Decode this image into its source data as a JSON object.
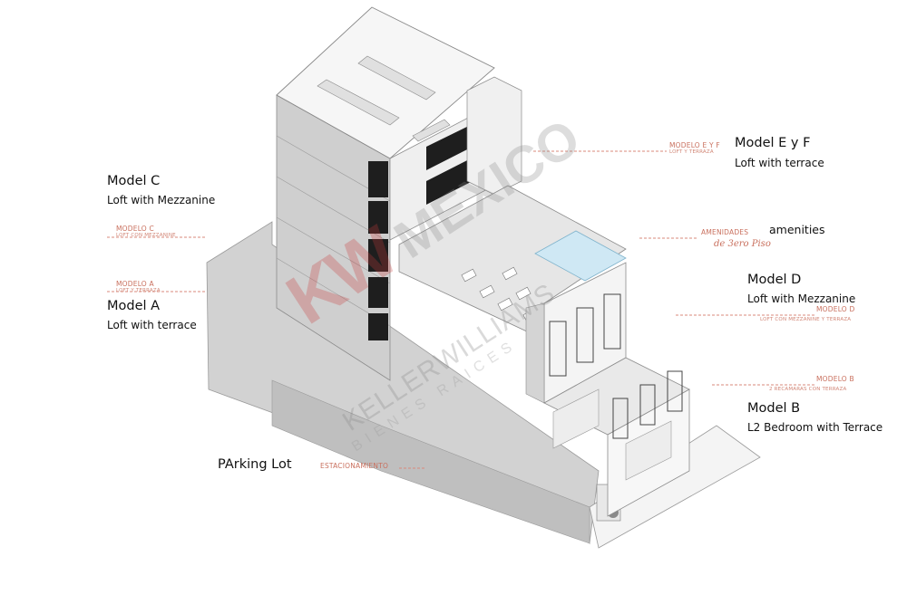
{
  "colors": {
    "accent_label": "#c9705e",
    "watermark": "#c83c3c",
    "wall_light": "#f1f1f1",
    "wall_mid": "#d6d6d6",
    "wall_dark": "#bdbdbd",
    "window": "#1e1e1e",
    "pool": "#cfe8f4"
  },
  "labels": {
    "model_c": {
      "title": "Model C",
      "subtitle": "Loft with Mezzanine"
    },
    "model_a": {
      "title": "Model A",
      "subtitle": "Loft with terrace"
    },
    "model_ef": {
      "title": "Model E y F",
      "subtitle": "Loft with terrace"
    },
    "amenities": {
      "title": "amenities"
    },
    "model_d": {
      "title": "Model D",
      "subtitle": "Loft with Mezzanine"
    },
    "model_b": {
      "title": "Model B",
      "subtitle": "L2 Bedroom with Terrace"
    },
    "parking": {
      "title": "PArking Lot"
    }
  },
  "spanish_labels": {
    "modelo_c": {
      "title": "MODELO C",
      "sub": "LOFT CON MEZZANINE"
    },
    "modelo_a": {
      "title": "MODELO A",
      "sub": "LOFT Y TERRAZA"
    },
    "modelo_ef": {
      "title": "MODELO E y F",
      "sub": "LOFT Y TERRAZA"
    },
    "amenidades": {
      "title": "AMENIDADES",
      "script": "de 3ero Piso"
    },
    "modelo_d": {
      "title": "MODELO D",
      "sub": "LOFT CON MEZZANINE Y TERRAZA"
    },
    "modelo_b": {
      "title": "MODELO B",
      "sub": "2 RECAMARAS CON TERRAZA"
    },
    "estacionamiento": {
      "title": "ESTACIONAMIENTO"
    }
  },
  "watermark": {
    "logo": "KW",
    "brand": "MEXICO",
    "company": "KELLERWILLIAMS",
    "tagline": "BIENES RAICES"
  }
}
